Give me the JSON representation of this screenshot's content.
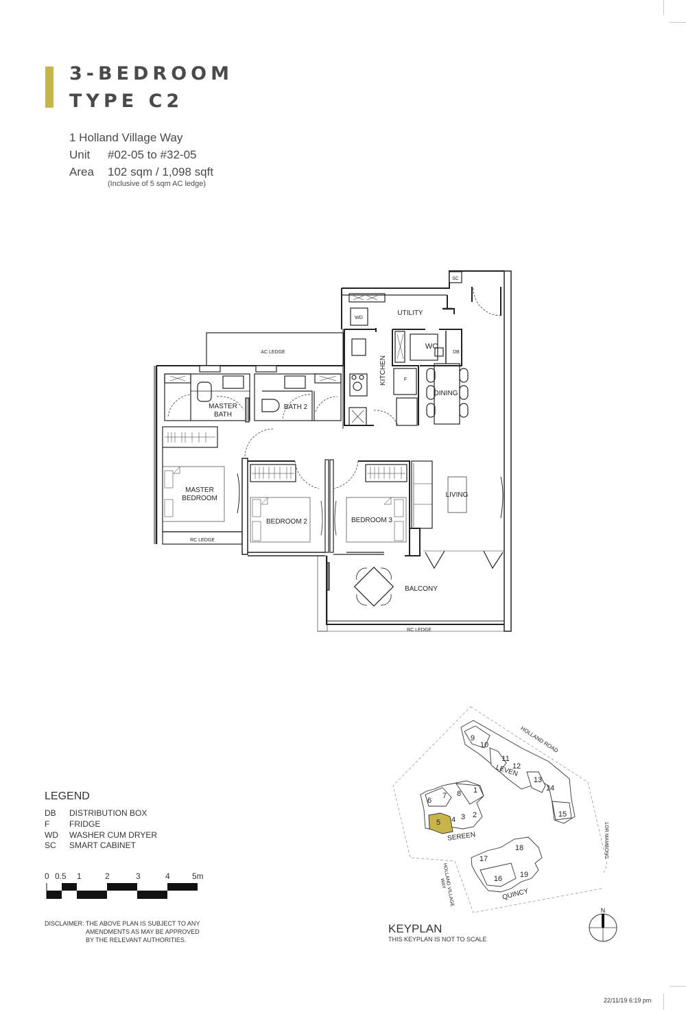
{
  "header": {
    "title_line1": "3-BEDROOM",
    "title_line2": "TYPE C2",
    "accent_color": "#c7b54a"
  },
  "info": {
    "address": "1 Holland Village Way",
    "unit_label": "Unit",
    "unit_value": "#02-05 to #32-05",
    "area_label": "Area",
    "area_value": "102 sqm / 1,098 sqft",
    "area_note": "(Inclusive of 5 sqm AC ledge)"
  },
  "floorplan": {
    "rooms": {
      "utility": "UTILITY",
      "wc": "WC",
      "kitchen": "KITCHEN",
      "dining": "DINING",
      "ac_ledge": "AC LEDGE",
      "master_bath_1": "MASTER",
      "master_bath_2": "BATH",
      "bath2": "BATH 2",
      "master_bedroom_1": "MASTER",
      "master_bedroom_2": "BEDROOM",
      "bedroom2": "BEDROOM 2",
      "bedroom3": "BEDROOM 3",
      "living": "LIVING",
      "balcony": "BALCONY",
      "rc_ledge_1": "RC LEDGE",
      "rc_ledge_2": "RC LEDGE"
    },
    "fixtures": {
      "sc": "SC",
      "wd": "WD",
      "db": "DB",
      "f": "F"
    }
  },
  "legend": {
    "title": "LEGEND",
    "items": [
      {
        "code": "DB",
        "desc": "DISTRIBUTION BOX"
      },
      {
        "code": "F",
        "desc": "FRIDGE"
      },
      {
        "code": "WD",
        "desc": "WASHER CUM DRYER"
      },
      {
        "code": "SC",
        "desc": "SMART CABINET"
      }
    ]
  },
  "scale": {
    "labels": [
      "0",
      "0.5",
      "1",
      "2",
      "3",
      "4",
      "5m"
    ]
  },
  "disclaimer": {
    "line1": "DISCLAIMER: THE ABOVE PLAN IS SUBJECT TO ANY",
    "line2": "AMENDMENTS AS MAY BE APPROVED",
    "line3": "BY THE RELEVANT AUTHORITIES."
  },
  "keyplan": {
    "title": "KEYPLAN",
    "subtitle": "THIS KEYPLAN IS NOT TO SCALE",
    "roads": {
      "holland_road": "HOLLAND ROAD",
      "lor_mambong": "LOR MAMBONG",
      "holland_village_way_1": "HOLLAND VILLAGE",
      "holland_village_way_2": "WAY"
    },
    "clusters": {
      "leven": "LEVEN",
      "sereen": "SEREEN",
      "quincy": "QUINCY"
    },
    "blocks": [
      "1",
      "2",
      "3",
      "4",
      "5",
      "6",
      "7",
      "8",
      "9",
      "10",
      "11",
      "12",
      "13",
      "14",
      "15",
      "16",
      "17",
      "18",
      "19"
    ],
    "highlighted_block": "5",
    "highlight_color": "#c7b54a",
    "compass": "N"
  },
  "footer": {
    "timestamp": "22/11/19   6:19 pm"
  }
}
